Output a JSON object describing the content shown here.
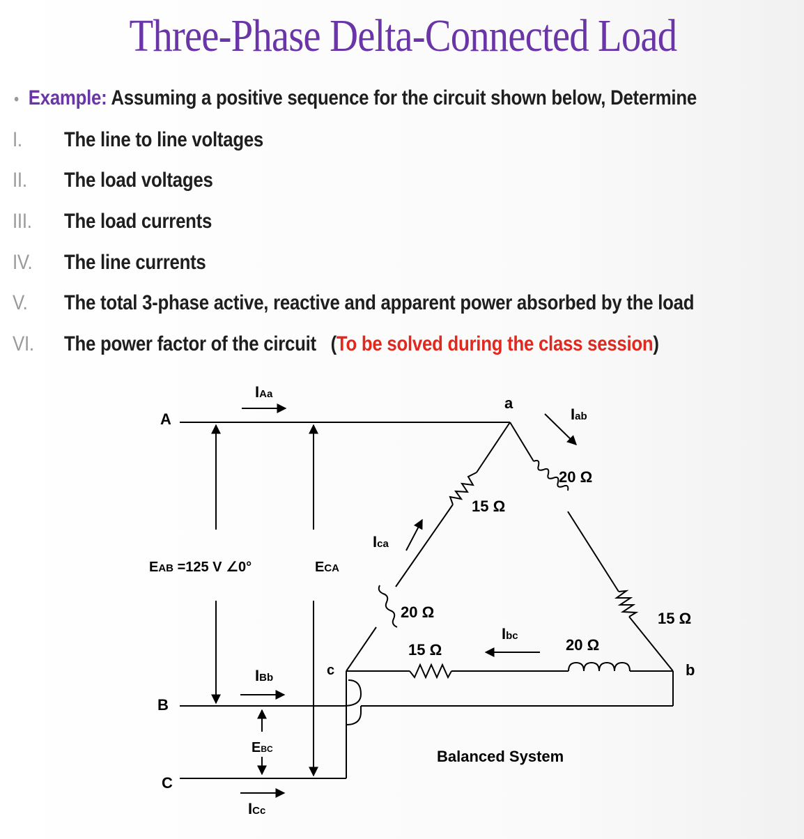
{
  "title": "Three-Phase Delta-Connected Load",
  "intro": {
    "bullet": "•",
    "label": "Example:",
    "text": " Assuming a positive sequence for the circuit shown below, Determine"
  },
  "items": [
    {
      "numeral": "I.",
      "text": "The line to line voltages"
    },
    {
      "numeral": "II.",
      "text": "The load voltages"
    },
    {
      "numeral": "III.",
      "text": "The  load currents"
    },
    {
      "numeral": "IV.",
      "text": "The line currents"
    },
    {
      "numeral": "V.",
      "text": "The total 3-phase active, reactive and apparent power absorbed by the load"
    },
    {
      "numeral": "VI.",
      "text": "The power factor of the circuit"
    }
  ],
  "note": {
    "open": "(",
    "text": "To be solved during the class session",
    "close": ")"
  },
  "colors": {
    "title": "#6a35a6",
    "example": "#6a35a6",
    "note": "#e0281e"
  },
  "diagram": {
    "node_A": "A",
    "node_B": "B",
    "node_C": "C",
    "node_a": "a",
    "node_b": "b",
    "node_c": "c",
    "I_Aa": "I",
    "I_Aa_sub": "Aa",
    "I_Bb": "I",
    "I_Bb_sub": "Bb",
    "I_Cc": "I",
    "I_Cc_sub": "Cc",
    "I_ab": "I",
    "I_ab_sub": "ab",
    "I_ca": "I",
    "I_ca_sub": "ca",
    "I_bc": "I",
    "I_bc_sub": "bc",
    "E_AB": "E",
    "E_AB_sub": "AB",
    "E_AB_value": " =125 V ∠0°",
    "E_CA": "E",
    "E_CA_sub": "CA",
    "E_BC": "E",
    "E_BC_sub": "BC",
    "R_ab": "15 Ω",
    "X_ab": "20 Ω",
    "R_bc": "15 Ω",
    "X_bc": "20 Ω",
    "R_ca": "15 Ω",
    "X_ca": "20 Ω",
    "caption": "Balanced System"
  }
}
